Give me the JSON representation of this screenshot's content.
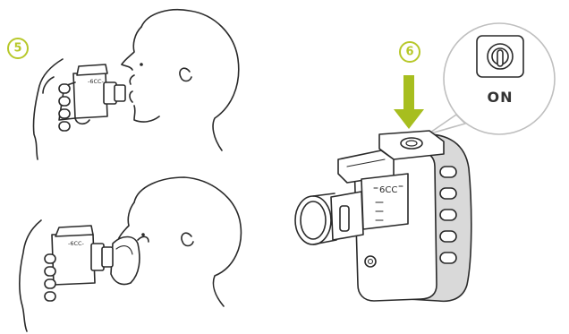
{
  "steps": {
    "step5": "5",
    "step6": "6"
  },
  "device": {
    "capacity_label_large": "6CC",
    "capacity_label_small_1": "-6CC-",
    "capacity_label_small_2": "-6CC-"
  },
  "callout": {
    "power_label": "ON",
    "icon": "power-button-icon"
  },
  "colors": {
    "accent": "#b7c82a",
    "arrow": "#a7be1f",
    "line": "#2a2a2a",
    "callout_border": "#bfbfbf"
  }
}
